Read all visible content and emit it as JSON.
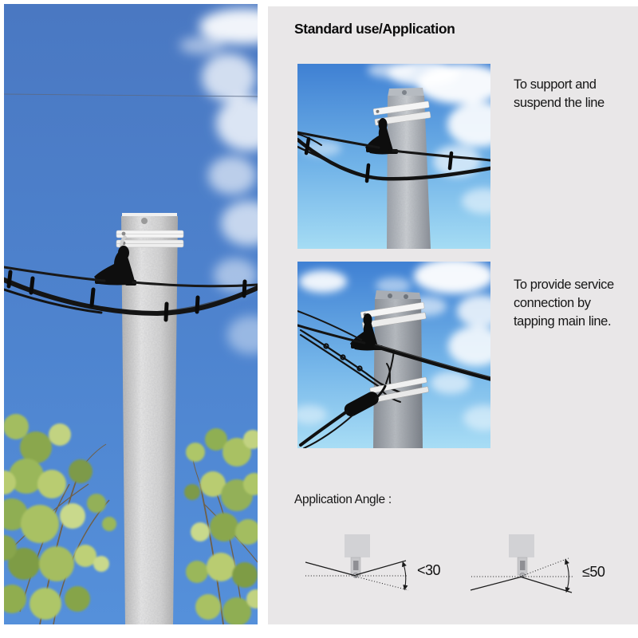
{
  "panel": {
    "title": "Standard use/Application",
    "bg_color": "#e9e7e8"
  },
  "figures": [
    {
      "name": "support-suspend-photo",
      "caption": "To support and\nsuspend the line"
    },
    {
      "name": "service-tap-photo",
      "caption": "To provide service\nconnection by\ntapping main line."
    }
  ],
  "application_angle": {
    "label": "Application Angle :",
    "diagrams": [
      {
        "angle_label": "<30"
      },
      {
        "angle_label": "≤50"
      }
    ]
  },
  "main_photo": {
    "description": "concrete utility pole with suspension clamp, cables, blue sky, clouds and tree branches"
  },
  "colors": {
    "page_bg": "#ffffff",
    "panel_bg": "#e9e7e8",
    "sky_main": "#4a78c2",
    "sky_light": "#a5dcf4",
    "pole_gray": "#c9c9c9",
    "cable_black": "#141414",
    "text": "#161616"
  }
}
